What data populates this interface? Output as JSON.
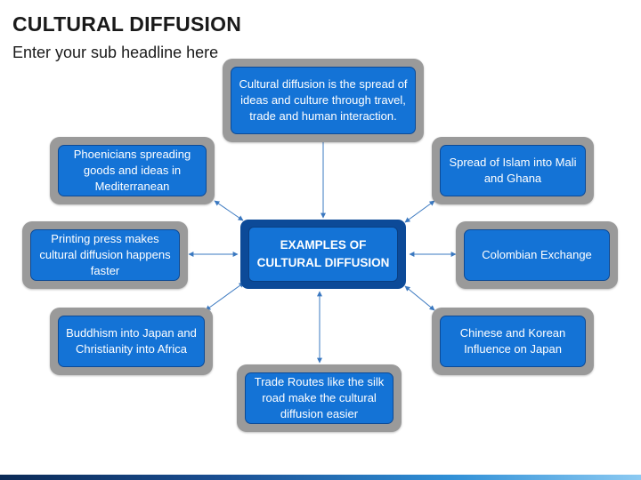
{
  "slide": {
    "title": "CULTURAL DIFFUSION",
    "subtitle": "Enter your sub headline here"
  },
  "center": {
    "label": "EXAMPLES OF CULTURAL DIFFUSION"
  },
  "nodes": {
    "definition": "Cultural diffusion is the spread of ideas  and culture through travel, trade and  human interaction.",
    "phoenicians": "Phoenicians spreading goods and ideas in Mediterranean",
    "islam": "Spread of Islam into Mali and Ghana",
    "printing": "Printing press makes cultural diffusion happens faster",
    "columbian": "Colombian Exchange",
    "buddhism": "Buddhism into Japan and Christianity into Africa",
    "chinese_korean": "Chinese and Korean Influence on Japan",
    "trade_routes": "Trade Routes like the silk road make the cultural diffusion easier"
  },
  "colors": {
    "card_fill": "#1473d6",
    "frame_gray": "#9a9a9a",
    "center_frame": "#0c4a98",
    "arrow": "#3a78c0"
  },
  "icons": {
    "connector": "double-headed-arrow"
  }
}
